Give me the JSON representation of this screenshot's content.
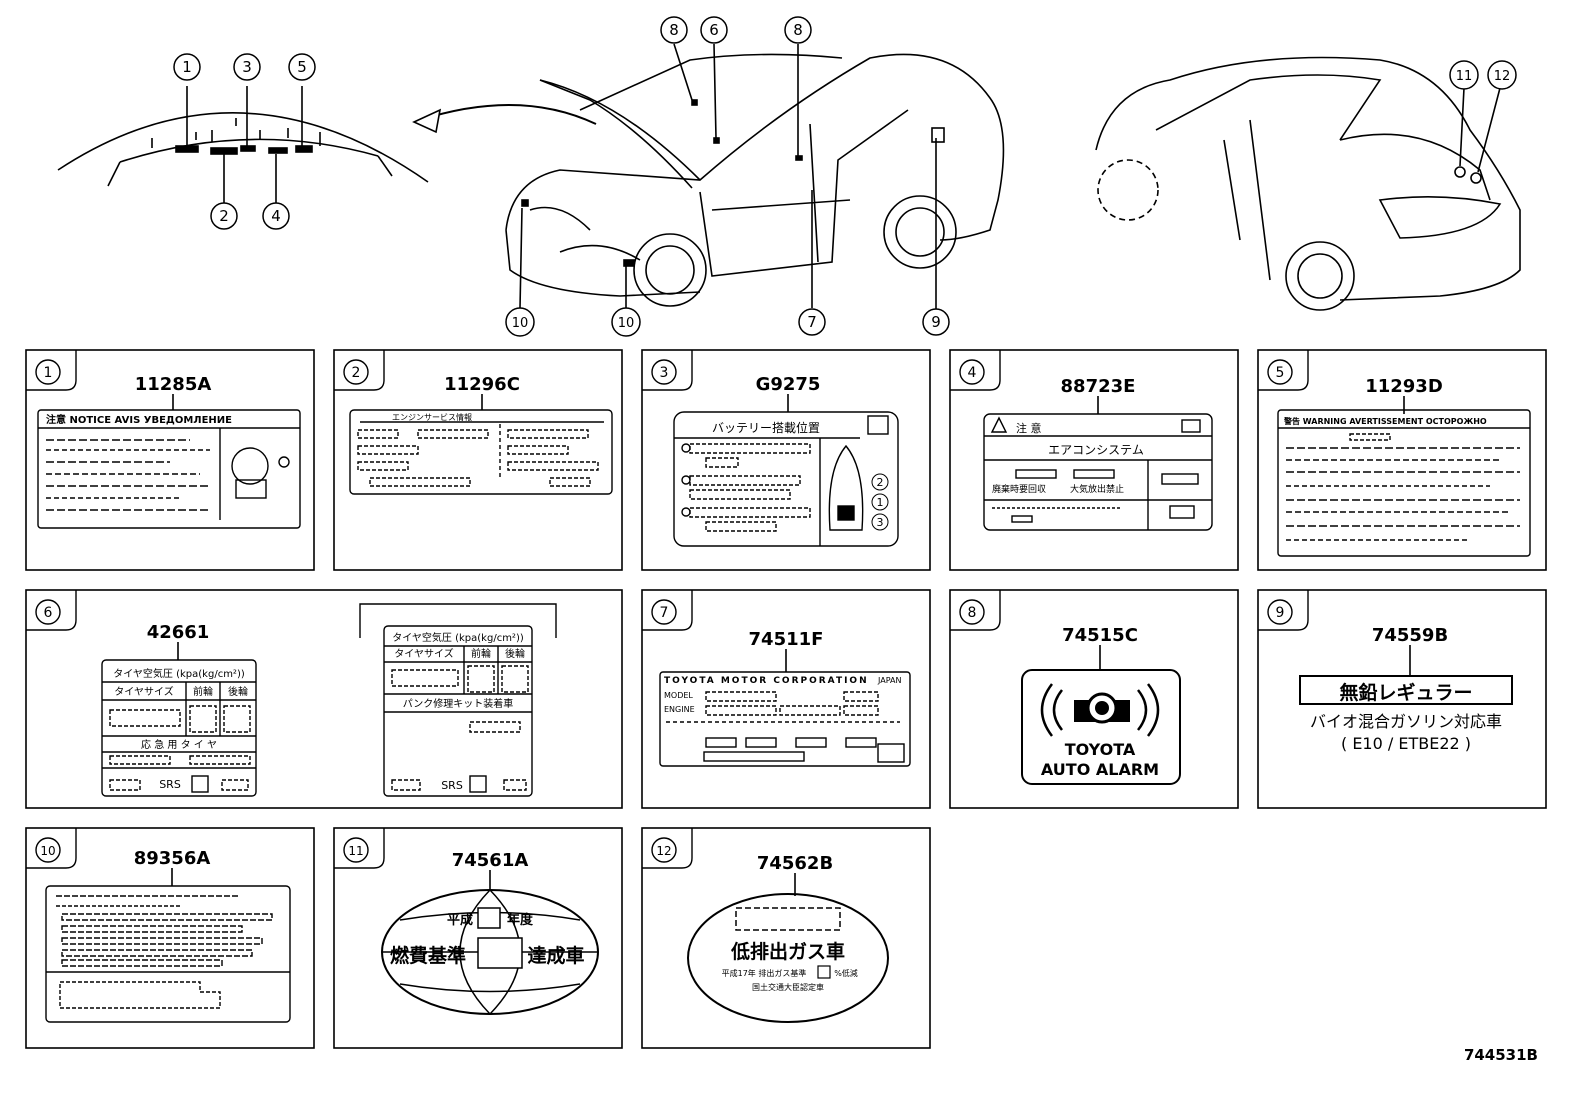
{
  "top_callouts": {
    "c1": "1",
    "c2": "2",
    "c3": "3",
    "c4": "4",
    "c5": "5",
    "c6": "6",
    "c7": "7",
    "c8a": "8",
    "c8b": "8",
    "c9": "9",
    "c10a": "10",
    "c10b": "10",
    "c11": "11",
    "c12": "12"
  },
  "panels": [
    {
      "num": "1",
      "part": "11285A"
    },
    {
      "num": "2",
      "part": "11296C"
    },
    {
      "num": "3",
      "part": "G9275"
    },
    {
      "num": "4",
      "part": "88723E"
    },
    {
      "num": "5",
      "part": "11293D"
    },
    {
      "num": "6",
      "part": "42661"
    },
    {
      "num": "7",
      "part": "74511F"
    },
    {
      "num": "8",
      "part": "74515C"
    },
    {
      "num": "9",
      "part": "74559B"
    },
    {
      "num": "10",
      "part": "89356A"
    },
    {
      "num": "11",
      "part": "74561A"
    },
    {
      "num": "12",
      "part": "74562B"
    }
  ],
  "labels": {
    "l1_header": "注意 NOTICE AVIS УВЕДОМЛЕНИЕ",
    "l2_header": "エンジンサービス情報",
    "l3_header": "バッテリー搭載位置",
    "l3_n1": "1",
    "l3_n2": "2",
    "l3_n3": "3",
    "l4_header": "注 意",
    "l4_system": "エアコンシステム",
    "l4_a": "廃棄時要回収",
    "l4_b": "大気放出禁止",
    "l5_header": "警告 WARNING AVERTISSEMENT ОСТОРОЖНО",
    "l6_title": "タイヤ空気圧 (kpa(kg/cm²))",
    "l6_size": "タイヤサイズ",
    "l6_front": "前輪",
    "l6_rear": "後輪",
    "l6_spare": "応 急 用 タ イ ヤ",
    "l6_srs": "SRS",
    "l6b_title": "タイヤ空気圧 (kpa(kg/cm²))",
    "l6b_size": "タイヤサイズ",
    "l6b_front": "前輪",
    "l6b_rear": "後輪",
    "l6b_kit": "パンク修理キット装着車",
    "l6b_srs": "SRS",
    "l7_header": "TOYOTA MOTOR CORPORATION",
    "l7_japan": "JAPAN",
    "l7_model": "MODEL",
    "l7_engine": "ENGINE",
    "l8_line1": "TOYOTA",
    "l8_line2": "AUTO ALARM",
    "l9_line1": "無鉛レギュラー",
    "l9_line2": "バイオ混合ガソリン対応車",
    "l9_line3": "( E10 / ETBE22 )",
    "l11_top": "平成",
    "l11_top2": "年度",
    "l11_left": "燃費基準",
    "l11_right": "達成車",
    "l12_main": "低排出ガス車",
    "l12_sub1": "平成17年 排出ガス基準",
    "l12_sub1b": "%低減",
    "l12_sub2": "国土交通大臣認定車"
  },
  "diagram_id": "744531B"
}
